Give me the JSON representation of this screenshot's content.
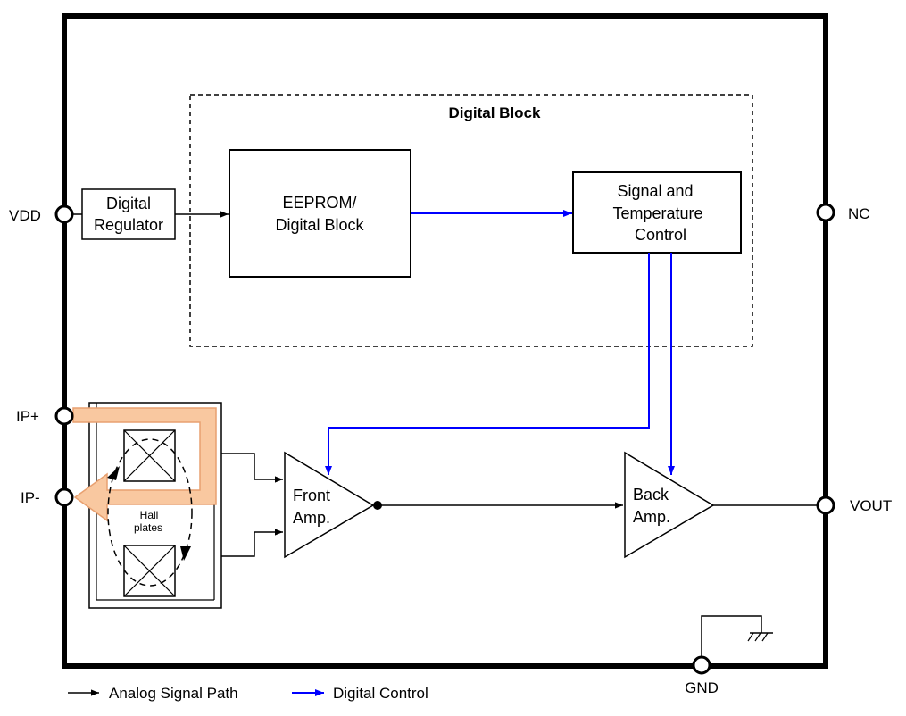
{
  "pins": {
    "vdd": "VDD",
    "ip_plus": "IP+",
    "ip_minus": "IP-",
    "nc": "NC",
    "vout": "VOUT",
    "gnd": "GND"
  },
  "digital_block": {
    "title": "Digital Block"
  },
  "regulator": {
    "line1": "Digital",
    "line2": "Regulator"
  },
  "eeprom": {
    "line1": "EEPROM/",
    "line2": "Digital Block"
  },
  "signal_control": {
    "line1": "Signal and",
    "line2": "Temperature",
    "line3": "Control"
  },
  "hall": {
    "line1": "Hall",
    "line2": "plates"
  },
  "front_amp": {
    "line1": "Front",
    "line2": "Amp."
  },
  "back_amp": {
    "line1": "Back",
    "line2": "Amp."
  },
  "legend": {
    "analog": "Analog Signal Path",
    "digital": "Digital Control"
  },
  "colors": {
    "analog": "#000000",
    "digital": "#0000ff",
    "current_path": "#f9c8a0",
    "current_path_edge": "#e8a070"
  }
}
